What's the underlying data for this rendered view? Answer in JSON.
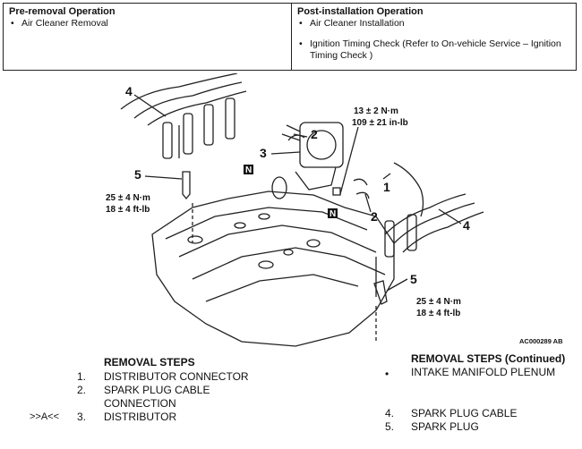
{
  "operations": {
    "pre_removal": {
      "heading": "Pre-removal Operation",
      "items": [
        "Air Cleaner Removal"
      ]
    },
    "post_installation": {
      "heading": "Post-installation Operation",
      "items": [
        "Air Cleaner Installation",
        "Ignition Timing Check (Refer to On-vehicle Service – Ignition Timing Check )"
      ]
    },
    "bullet": "•"
  },
  "diagram": {
    "callouts": [
      "4",
      "2",
      "3",
      "5",
      "1",
      "2",
      "4",
      "5"
    ],
    "torque_top": [
      "13 ± 2 N·m",
      "109 ± 21 in-lb"
    ],
    "torque_left": [
      "25 ± 4 N·m",
      "18 ± 4 ft-lb"
    ],
    "torque_right": [
      "25 ± 4 N·m",
      "18 ± 4 ft-lb"
    ],
    "n_label": "N",
    "figure_ref": "AC000289 AB"
  },
  "removal_steps": {
    "title": "REMOVAL STEPS",
    "marker": ">>A<<",
    "items": [
      {
        "num": "1.",
        "text": "DISTRIBUTOR CONNECTOR"
      },
      {
        "num": "2.",
        "text": "SPARK PLUG CABLE"
      },
      {
        "num": "",
        "text": "CONNECTION"
      },
      {
        "num": "3.",
        "text": "DISTRIBUTOR"
      }
    ]
  },
  "removal_steps_continued": {
    "title": "REMOVAL STEPS (Continued)",
    "bullet": "•",
    "items": [
      {
        "num": "",
        "text": "INTAKE MANIFOLD PLENUM"
      },
      {
        "num": "4.",
        "text": "SPARK PLUG CABLE"
      },
      {
        "num": "5.",
        "text": "SPARK PLUG"
      }
    ]
  }
}
